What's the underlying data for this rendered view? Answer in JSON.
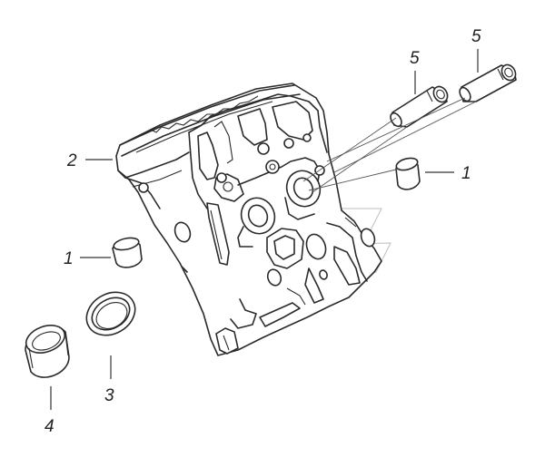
{
  "callouts": [
    {
      "id": "label-5-left",
      "text": "5"
    },
    {
      "id": "label-5-right",
      "text": "5"
    },
    {
      "id": "label-2",
      "text": "2"
    },
    {
      "id": "label-1-right",
      "text": "1"
    },
    {
      "id": "label-1-left",
      "text": "1"
    },
    {
      "id": "label-3",
      "text": "3"
    },
    {
      "id": "label-4",
      "text": "4"
    }
  ],
  "parts": [
    {
      "number": "1",
      "icon": "valve-seat-insert-icon",
      "count": 2
    },
    {
      "number": "2",
      "icon": "cylinder-head-icon",
      "count": 1
    },
    {
      "number": "3",
      "icon": "sealing-ring-icon",
      "count": 1
    },
    {
      "number": "4",
      "icon": "gasket-ring-icon",
      "count": 1
    },
    {
      "number": "5",
      "icon": "valve-guide-bushing-icon",
      "count": 2
    }
  ],
  "colors": {
    "line": "#2a2a2a",
    "watermark": "#c9c9c9",
    "background": "#ffffff"
  }
}
